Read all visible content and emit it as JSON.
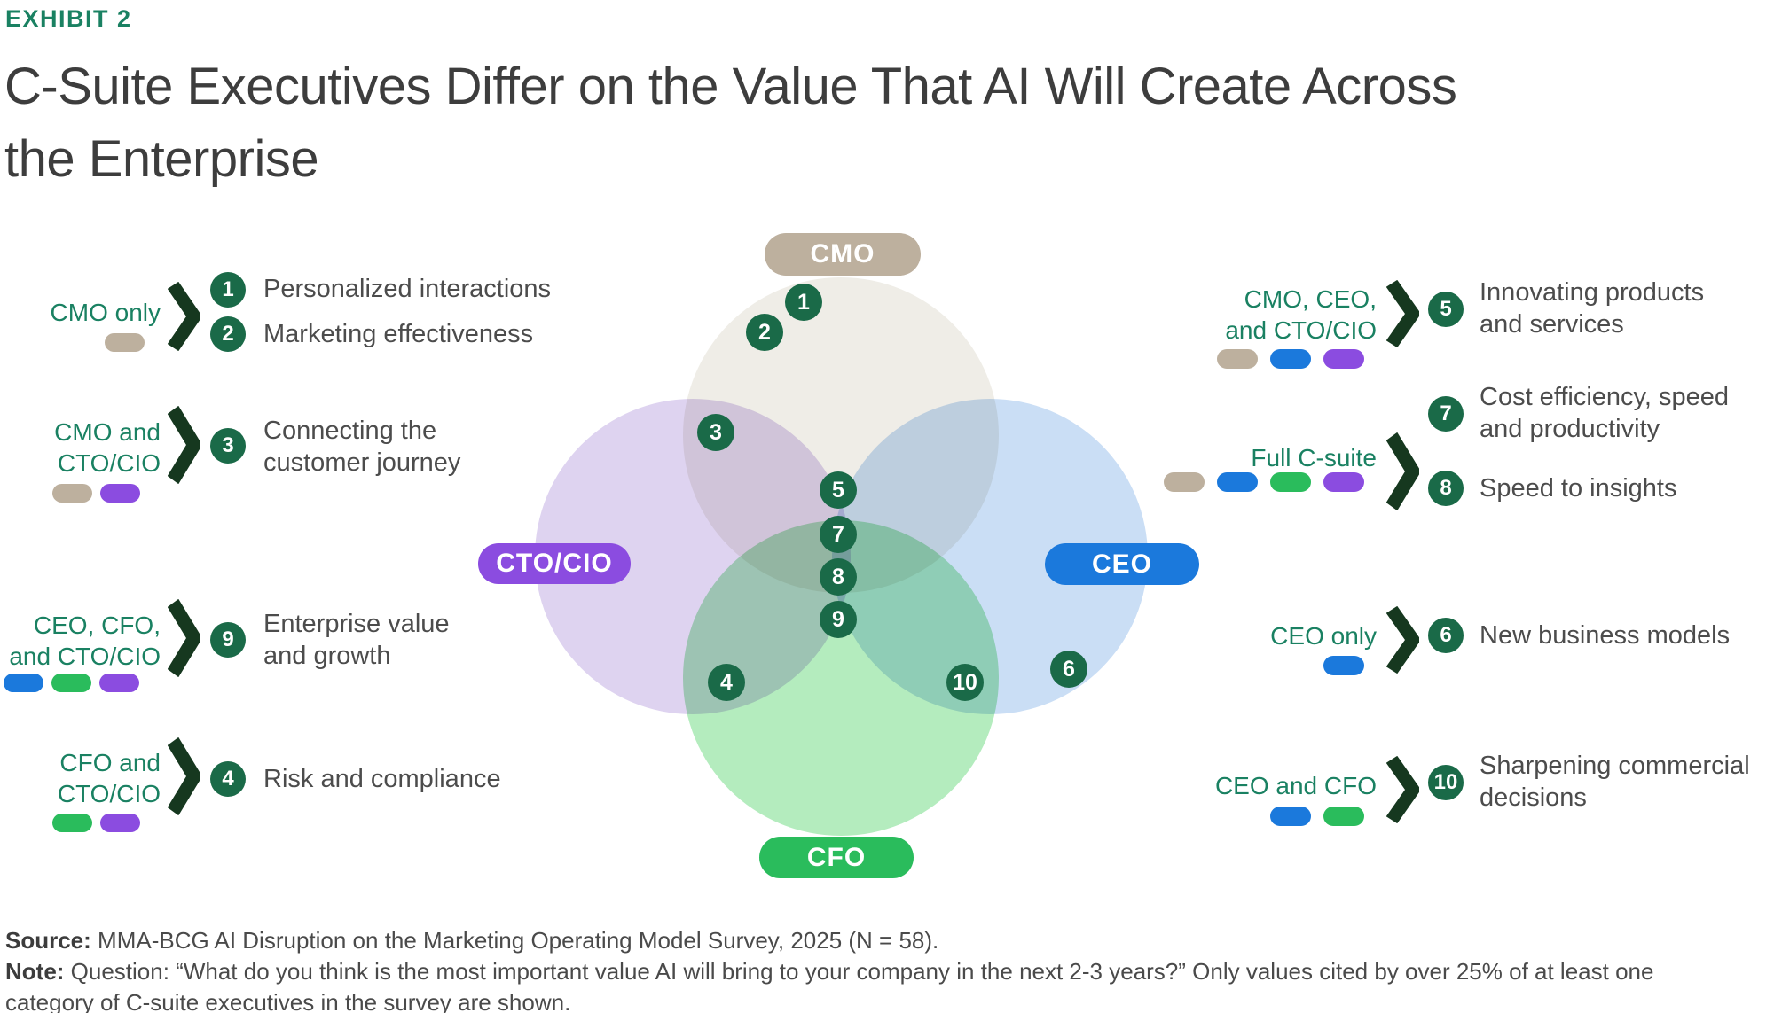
{
  "header": {
    "exhibit": "EXHIBIT 2",
    "title_lines": [
      "C-Suite Executives Differ on the Value That AI Will Create Across",
      "the Enterprise"
    ]
  },
  "colors": {
    "exec_cmo": "#bdb09e",
    "exec_ceo": "#1b79dc",
    "exec_cfo": "#2abc5c",
    "exec_cto": "#8b4ce0",
    "circle_cmo": "#efede7",
    "circle_cto": "#ded3f0",
    "circle_ceo": "#cadef5",
    "circle_cfo": "#b4ecbe",
    "badge_green": "#1a6a48",
    "chevron_green": "#16381f",
    "label_green": "#1a8162",
    "title_gray": "#3d3d3d",
    "body_gray": "#4c4c4c",
    "footer_gray": "#4a4a4a"
  },
  "venn": {
    "tags": [
      {
        "id": "cmo",
        "label": "CMO"
      },
      {
        "id": "cto",
        "label": "CTO/CIO"
      },
      {
        "id": "ceo",
        "label": "CEO"
      },
      {
        "id": "cfo",
        "label": "CFO"
      }
    ],
    "badges": [
      {
        "n": "1"
      },
      {
        "n": "2"
      },
      {
        "n": "3"
      },
      {
        "n": "5"
      },
      {
        "n": "7"
      },
      {
        "n": "8"
      },
      {
        "n": "9"
      },
      {
        "n": "4"
      },
      {
        "n": "10"
      },
      {
        "n": "6"
      }
    ]
  },
  "callouts": [
    {
      "label_lines": [
        "CMO only"
      ],
      "pills": [
        "cmo"
      ],
      "items": [
        {
          "n": "1",
          "lines": [
            "Personalized interactions"
          ]
        },
        {
          "n": "2",
          "lines": [
            "Marketing effectiveness"
          ]
        }
      ]
    },
    {
      "label_lines": [
        "CMO and",
        "CTO/CIO"
      ],
      "pills": [
        "cmo",
        "cto"
      ],
      "items": [
        {
          "n": "3",
          "lines": [
            "Connecting the",
            "customer journey"
          ]
        }
      ]
    },
    {
      "label_lines": [
        "CEO, CFO,",
        "and CTO/CIO"
      ],
      "pills": [
        "ceo",
        "cfo",
        "cto"
      ],
      "items": [
        {
          "n": "9",
          "lines": [
            "Enterprise value",
            "and growth"
          ]
        }
      ]
    },
    {
      "label_lines": [
        "CFO and",
        "CTO/CIO"
      ],
      "pills": [
        "cfo",
        "cto"
      ],
      "items": [
        {
          "n": "4",
          "lines": [
            "Risk and compliance"
          ]
        }
      ]
    },
    {
      "label_lines": [
        "CMO, CEO,",
        "and CTO/CIO"
      ],
      "pills": [
        "cmo",
        "ceo",
        "cto"
      ],
      "items": [
        {
          "n": "5",
          "lines": [
            "Innovating products",
            "and services"
          ]
        }
      ]
    },
    {
      "label_lines": [
        "Full C-suite"
      ],
      "pills": [
        "cmo",
        "ceo",
        "cfo",
        "cto"
      ],
      "items": [
        {
          "n": "7",
          "lines": [
            "Cost efficiency, speed",
            "and productivity"
          ]
        },
        {
          "n": "8",
          "lines": [
            "Speed to insights"
          ]
        }
      ]
    },
    {
      "label_lines": [
        "CEO only"
      ],
      "pills": [
        "ceo"
      ],
      "items": [
        {
          "n": "6",
          "lines": [
            "New business models"
          ]
        }
      ]
    },
    {
      "label_lines": [
        "CEO and CFO"
      ],
      "pills": [
        "ceo",
        "cfo"
      ],
      "items": [
        {
          "n": "10",
          "lines": [
            "Sharpening commercial",
            "decisions"
          ]
        }
      ]
    }
  ],
  "footer": {
    "source_label": "Source:",
    "source_text": " MMA-BCG AI Disruption on the Marketing Operating Model Survey, 2025 (N = 58).",
    "note_label": "Note:",
    "note_text": " Question: “What do you think is the most important value AI will bring to your company in the next 2-3 years?” Only values cited by over 25% of at least one category of C-suite executives in the survey are shown."
  }
}
